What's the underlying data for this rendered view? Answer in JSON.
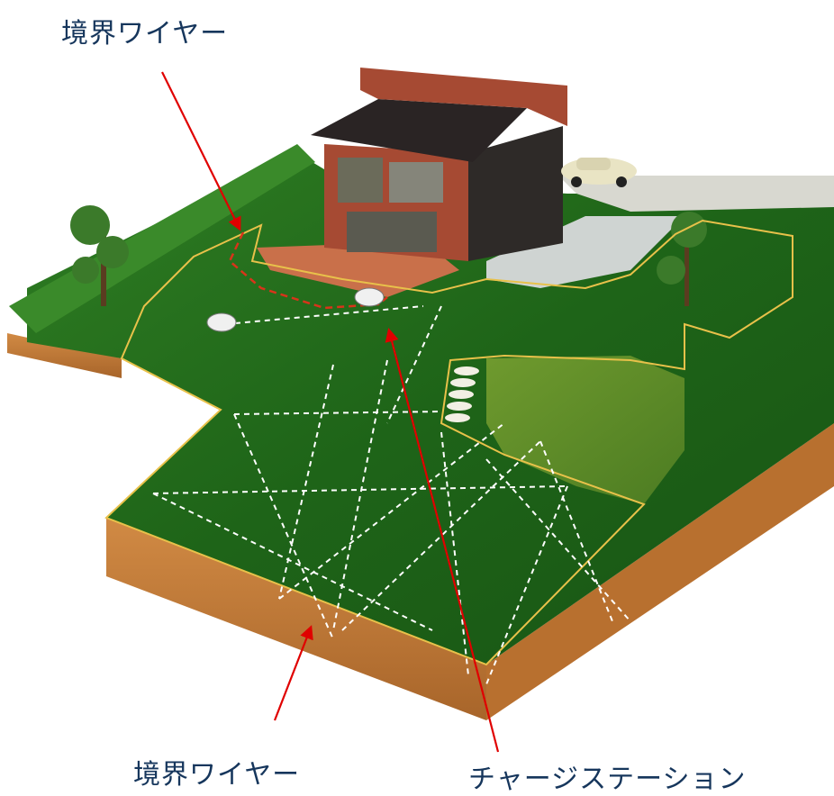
{
  "labels": {
    "boundary_wire_top": "境界ワイヤー",
    "boundary_wire_bottom": "境界ワイヤー",
    "charging_station": "チャージステーション"
  },
  "colors": {
    "label_text": "#16365c",
    "arrow": "#e00000",
    "lawn": "#1f6b1a",
    "boundary_wire": "#e8c14a",
    "mow_path": "#ffffff",
    "soil": "#c9813a"
  },
  "illustration": {
    "subject": "house-with-lawn-and-robotic-mowers",
    "icons": [
      "house-icon",
      "car-icon",
      "robot-mower-icon",
      "tree-icon",
      "stepping-stones-icon"
    ]
  }
}
